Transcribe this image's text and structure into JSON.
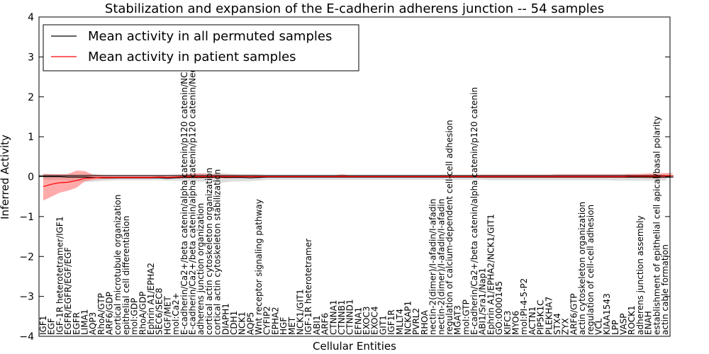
{
  "chart_data": {
    "type": "line",
    "title": "Stabilization and expansion of the E-cadherin adherens junction -- 54 samples",
    "xlabel": "Cellular Entities",
    "ylabel": "Inferred Activity",
    "ylim": [
      -4,
      4
    ],
    "yticks": [
      "4",
      "3",
      "2",
      "1",
      "0",
      "−1",
      "−2",
      "−3",
      "−4"
    ],
    "grid": false,
    "legend_position": "top-left",
    "colors": {
      "permuted": "#000000",
      "patient": "#ff0000",
      "permuted_band": "#bbbbbb",
      "patient_band": "#ff6666"
    },
    "categories": [
      "IGF1",
      "EGF",
      "IGF-1R heterotetramer/IGF1",
      "EGFR/EGFR/EGF/EGF",
      "EGFR",
      "LIMA1",
      "AQP3",
      "RhoA/GTP",
      "ARF6/GDP",
      "cortical microtubule organization",
      "epithelial cell differentiation",
      "mol:GDP",
      "RhoA/GDP",
      "Ephrin A1/EPHA2",
      "SEC6/SEC8",
      "HGF/MET",
      "mol:Ca2+",
      "E-cadherin/Ca2+/beta catenin/alpha catenin/p120 catenin/NCK1",
      "E-cadherin/Ca2+/beta catenin/alpha catenin/p120 catenin/Nectin-2",
      "adherens junction organization",
      "cortical actin cytoskeleton organization",
      "cortical actin cytoskeleton stabilization",
      "DIAPH1",
      "CDH1",
      "NCK1",
      "AQP5",
      "Wnt receptor signaling pathway",
      "CYFIP2",
      "EPHA2",
      "HGF",
      "MET",
      "NCK1/GIT1",
      "IGF-1R heterotetramer",
      "ABI1",
      "ARF6",
      "CTNNA1",
      "CTNNB1",
      "CTNND1",
      "EFNA1",
      "EXOC3",
      "EXOC4",
      "GIT1",
      "IGF1R",
      "MLLT4",
      "NCKAP1",
      "PVRL2",
      "RHOA",
      "nectin-2(dimer)/I-afadin/I-afadin",
      "nectin-2(dimer)/I-afadin/I-afadin",
      "regulation of calcium-dependent cell-cell adhesion",
      "MGAT3",
      "mol:GTP",
      "E-cadherin/Ca2+/beta catenin/alpha catenin/p120 catenin",
      "ABI1/Sra1/Nap1",
      "Ephrin A1/EPHA2/NCK1/GIT1",
      "GO:0000145",
      "KIFC3",
      "MYO6",
      "mol:PI-4-5-P2",
      "ACTN1",
      "PIP5K1C",
      "PLEKHA7",
      "STX4",
      "ZYX",
      "ARF6/GTP",
      "actin cytoskeleton organization",
      "regulation of cell-cell adhesion",
      "VCL",
      "KIAA1543",
      "LPP",
      "VASP",
      "ROCK1",
      "adherens junction assembly",
      "ENAH",
      "establishment of epithelial cell apical/basal polarity",
      "actin cable formation"
    ],
    "series": [
      {
        "name": "Mean activity in all permuted samples",
        "values": [
          0,
          0,
          0,
          -0.01,
          -0.01,
          -0.01,
          -0.02,
          -0.03,
          -0.03,
          -0.03,
          -0.03,
          -0.03,
          -0.03,
          -0.03,
          -0.03,
          -0.04,
          -0.03,
          -0.02,
          -0.02,
          -0.02,
          -0.02,
          -0.01,
          -0.02,
          -0.02,
          -0.02,
          -0.03,
          -0.02,
          -0.01,
          -0.01,
          -0.01,
          -0.01,
          -0.01,
          -0.01,
          -0.01,
          -0.01,
          -0.01,
          -0.01,
          -0.01,
          -0.01,
          -0.01,
          -0.01,
          -0.01,
          -0.01,
          -0.01,
          -0.01,
          -0.01,
          -0.01,
          -0.01,
          -0.01,
          -0.01,
          -0.01,
          -0.01,
          -0.01,
          -0.01,
          -0.01,
          -0.01,
          -0.01,
          -0.01,
          -0.01,
          -0.01,
          -0.01,
          -0.01,
          -0.01,
          -0.01,
          -0.01,
          -0.01,
          -0.01,
          -0.01,
          -0.01,
          -0.01,
          -0.01,
          -0.01,
          -0.01,
          -0.01,
          -0.01,
          -0.01,
          -0.01
        ],
        "lower": [
          -0.08,
          -0.08,
          -0.08,
          -0.1,
          -0.12,
          -0.13,
          -0.13,
          -0.11,
          -0.1,
          -0.09,
          -0.09,
          -0.09,
          -0.09,
          -0.09,
          -0.09,
          -0.1,
          -0.1,
          -0.11,
          -0.12,
          -0.13,
          -0.12,
          -0.16,
          -0.14,
          -0.12,
          -0.12,
          -0.11,
          -0.1,
          -0.08,
          -0.08,
          -0.08,
          -0.08,
          -0.08,
          -0.08,
          -0.08,
          -0.08,
          -0.08,
          -0.08,
          -0.08,
          -0.08,
          -0.08,
          -0.08,
          -0.08,
          -0.08,
          -0.08,
          -0.08,
          -0.08,
          -0.08,
          -0.08,
          -0.08,
          -0.08,
          -0.08,
          -0.08,
          -0.08,
          -0.08,
          -0.09,
          -0.09,
          -0.09,
          -0.09,
          -0.09,
          -0.09,
          -0.09,
          -0.09,
          -0.09,
          -0.09,
          -0.09,
          -0.09,
          -0.09,
          -0.09,
          -0.09,
          -0.1,
          -0.1,
          -0.1,
          -0.1,
          -0.1,
          -0.1,
          -0.1,
          -0.1
        ],
        "upper": [
          0.07,
          0.07,
          0.06,
          0.06,
          0.06,
          0.07,
          0.07,
          0.05,
          0.05,
          0.05,
          0.05,
          0.05,
          0.05,
          0.05,
          0.05,
          0.05,
          0.06,
          0.07,
          0.08,
          0.08,
          0.08,
          0.09,
          0.08,
          0.07,
          0.07,
          0.07,
          0.06,
          0.05,
          0.05,
          0.05,
          0.05,
          0.05,
          0.05,
          0.05,
          0.05,
          0.05,
          0.05,
          0.05,
          0.05,
          0.05,
          0.05,
          0.05,
          0.05,
          0.05,
          0.05,
          0.05,
          0.05,
          0.05,
          0.05,
          0.05,
          0.05,
          0.05,
          0.05,
          0.05,
          0.05,
          0.05,
          0.05,
          0.05,
          0.05,
          0.05,
          0.05,
          0.05,
          0.05,
          0.05,
          0.05,
          0.05,
          0.05,
          0.05,
          0.05,
          0.05,
          0.05,
          0.05,
          0.05,
          0.05,
          0.05,
          0.05,
          0.05
        ]
      },
      {
        "name": "Mean activity in patient samples",
        "values": [
          -0.25,
          -0.19,
          -0.15,
          -0.14,
          -0.1,
          -0.04,
          -0.03,
          -0.02,
          -0.02,
          -0.02,
          -0.02,
          -0.02,
          -0.02,
          -0.02,
          -0.01,
          -0.02,
          -0.01,
          0,
          0,
          0,
          0,
          0,
          0,
          0,
          0,
          0,
          0,
          0,
          0,
          0,
          0,
          0,
          0,
          0,
          0,
          0,
          0,
          0,
          0,
          0,
          0,
          0,
          0,
          0,
          0,
          0,
          0,
          0,
          0,
          0,
          0,
          0,
          0,
          0,
          0,
          0,
          0,
          0,
          0,
          0,
          0,
          0,
          0,
          0,
          0,
          0,
          0,
          0,
          0,
          0,
          0,
          0.01,
          0.01,
          0.01,
          0.01,
          0.02,
          0.02
        ],
        "lower": [
          -0.6,
          -0.5,
          -0.4,
          -0.35,
          -0.28,
          -0.12,
          -0.08,
          -0.06,
          -0.06,
          -0.05,
          -0.05,
          -0.05,
          -0.05,
          -0.05,
          -0.04,
          -0.05,
          -0.04,
          -0.04,
          -0.04,
          -0.04,
          -0.04,
          -0.04,
          -0.04,
          -0.03,
          -0.03,
          -0.03,
          -0.03,
          -0.02,
          -0.02,
          -0.02,
          -0.02,
          -0.02,
          -0.02,
          -0.02,
          -0.02,
          -0.02,
          -0.02,
          -0.02,
          -0.02,
          -0.02,
          -0.02,
          -0.02,
          -0.02,
          -0.02,
          -0.02,
          -0.02,
          -0.02,
          -0.02,
          -0.02,
          -0.02,
          -0.02,
          -0.02,
          -0.02,
          -0.03,
          -0.03,
          -0.03,
          -0.03,
          -0.03,
          -0.03,
          -0.03,
          -0.03,
          -0.03,
          -0.03,
          -0.03,
          -0.03,
          -0.03,
          -0.03,
          -0.03,
          -0.03,
          -0.03,
          -0.03,
          -0.03,
          -0.03,
          -0.04,
          -0.04,
          -0.04,
          -0.04
        ],
        "upper": [
          0.07,
          0.06,
          0.06,
          0.07,
          0.15,
          0.14,
          0.05,
          0.04,
          0.03,
          0.03,
          0.03,
          0.03,
          0.03,
          0.03,
          0.03,
          0.03,
          0.03,
          0.05,
          0.08,
          0.08,
          0.07,
          0.06,
          0.05,
          0.05,
          0.04,
          0.04,
          0.04,
          0.03,
          0.03,
          0.03,
          0.03,
          0.03,
          0.03,
          0.03,
          0.03,
          0.03,
          0.06,
          0.03,
          0.03,
          0.03,
          0.03,
          0.03,
          0.03,
          0.03,
          0.03,
          0.03,
          0.03,
          0.03,
          0.04,
          0.04,
          0.04,
          0.04,
          0.04,
          0.05,
          0.05,
          0.05,
          0.05,
          0.05,
          0.05,
          0.05,
          0.05,
          0.05,
          0.06,
          0.06,
          0.06,
          0.06,
          0.06,
          0.06,
          0.06,
          0.06,
          0.06,
          0.07,
          0.07,
          0.08,
          0.08,
          0.09,
          0.09
        ]
      }
    ]
  }
}
